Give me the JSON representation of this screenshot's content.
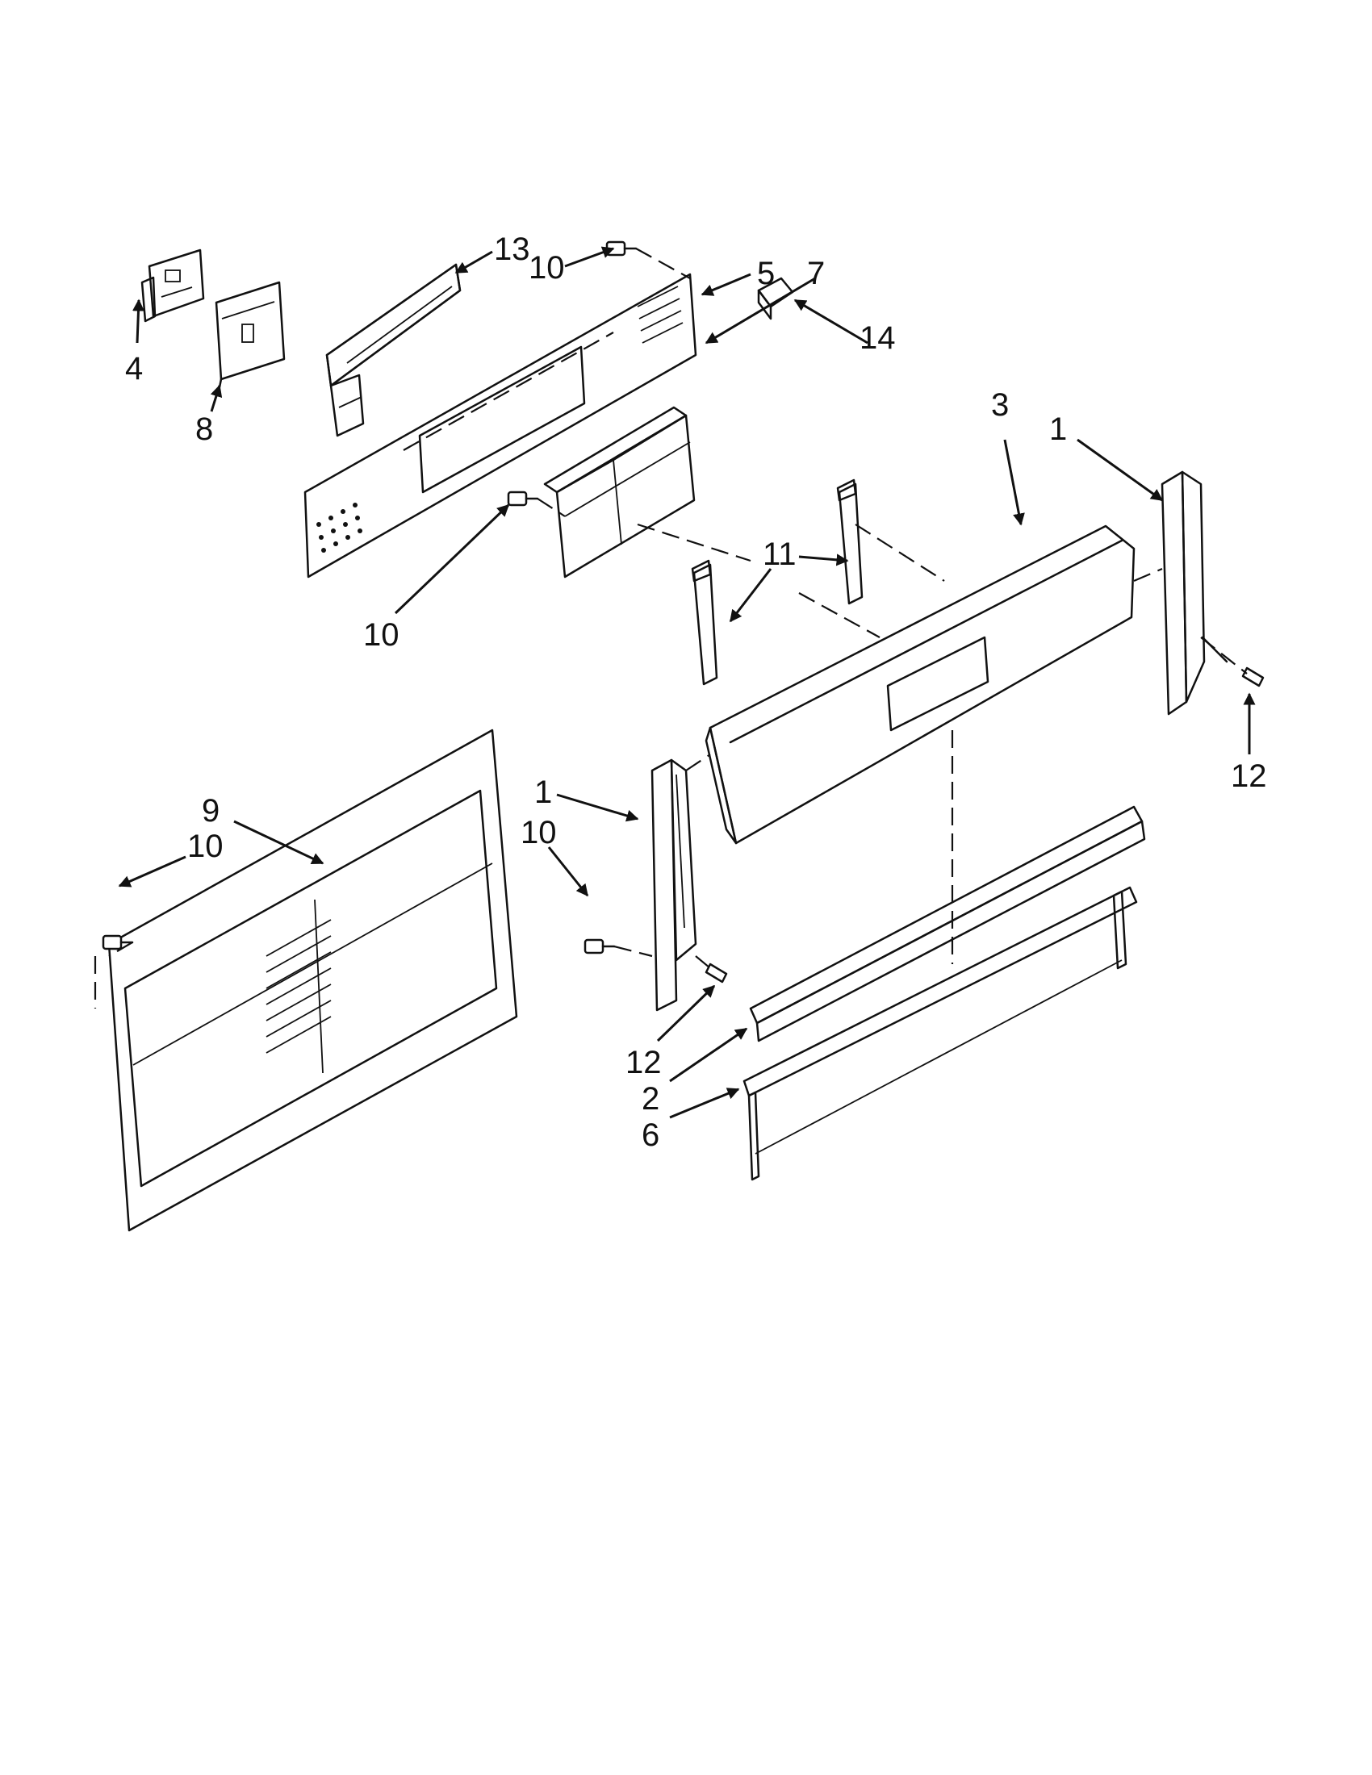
{
  "diagram": {
    "callouts": [
      {
        "id": "c13",
        "text": "13"
      },
      {
        "id": "c10a",
        "text": "10"
      },
      {
        "id": "c5",
        "text": "5"
      },
      {
        "id": "c7",
        "text": "7"
      },
      {
        "id": "c14",
        "text": "14"
      },
      {
        "id": "c3",
        "text": "3"
      },
      {
        "id": "c1a",
        "text": "1"
      },
      {
        "id": "c4",
        "text": "4"
      },
      {
        "id": "c8",
        "text": "8"
      },
      {
        "id": "c10b",
        "text": "10"
      },
      {
        "id": "c11",
        "text": "11"
      },
      {
        "id": "c12a",
        "text": "12"
      },
      {
        "id": "c9",
        "text": "9"
      },
      {
        "id": "c10c",
        "text": "10"
      },
      {
        "id": "c1b",
        "text": "1"
      },
      {
        "id": "c10d",
        "text": "10"
      },
      {
        "id": "c12b",
        "text": "12"
      },
      {
        "id": "c2",
        "text": "2"
      },
      {
        "id": "c6",
        "text": "6"
      }
    ],
    "colors": {
      "ink": "#111111",
      "paper": "#ffffff"
    }
  }
}
